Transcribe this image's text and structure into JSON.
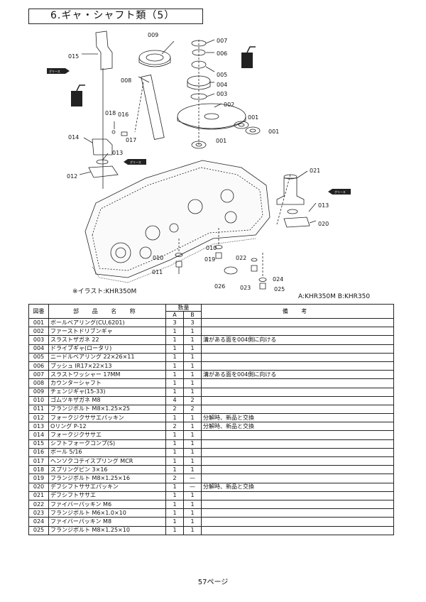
{
  "title": "6.ギャ・シャフト類（5）",
  "illustration_caption": "※イラスト:KHR350M",
  "model_key": "A:KHR350M B:KHR350",
  "grease_label": "グリース",
  "callouts": {
    "c001": "001",
    "c002": "002",
    "c003": "003",
    "c004": "004",
    "c005": "005",
    "c006": "006",
    "c007": "007",
    "c008": "008",
    "c009": "009",
    "c010": "010",
    "c011": "011",
    "c012": "012",
    "c013": "013",
    "c014": "014",
    "c015": "015",
    "c016": "016",
    "c017": "017",
    "c018": "018",
    "c019": "019",
    "c020": "020",
    "c021": "021",
    "c022": "022",
    "c023": "023",
    "c024": "024",
    "c025": "025",
    "c026": "026"
  },
  "table": {
    "headers": {
      "ref_no": "図番",
      "part_name": "部 品 名 称",
      "quantity": "数量",
      "col_a": "A",
      "col_b": "B",
      "remarks": "備 考"
    },
    "rows": [
      {
        "no": "001",
        "name": "ボールベアリング(CU,6201)",
        "a": "3",
        "b": "3",
        "note": ""
      },
      {
        "no": "002",
        "name": "ファーストドリブンギャ",
        "a": "1",
        "b": "1",
        "note": ""
      },
      {
        "no": "003",
        "name": "スラストザガネ 22",
        "a": "1",
        "b": "1",
        "note": "溝がある面を004側に向ける"
      },
      {
        "no": "004",
        "name": "ドライブギャ(ロータリ)",
        "a": "1",
        "b": "1",
        "note": ""
      },
      {
        "no": "005",
        "name": "ニードルベアリング 22×26×11",
        "a": "1",
        "b": "1",
        "note": ""
      },
      {
        "no": "006",
        "name": "ブッシュ IR17×22×13",
        "a": "1",
        "b": "1",
        "note": ""
      },
      {
        "no": "007",
        "name": "スラストワッシャー 17MM",
        "a": "1",
        "b": "1",
        "note": "溝がある面を004側に向ける"
      },
      {
        "no": "008",
        "name": "カウンターシャフト",
        "a": "1",
        "b": "1",
        "note": ""
      },
      {
        "no": "009",
        "name": "チェンジギャ(15-33)",
        "a": "1",
        "b": "1",
        "note": ""
      },
      {
        "no": "010",
        "name": "ゴムツキザガネ M8",
        "a": "4",
        "b": "2",
        "note": ""
      },
      {
        "no": "011",
        "name": "フランジボルト M8×1.25×25",
        "a": "2",
        "b": "2",
        "note": ""
      },
      {
        "no": "012",
        "name": "フォークジクササエパッキン",
        "a": "1",
        "b": "1",
        "note": "分解時、新品と交換"
      },
      {
        "no": "013",
        "name": "Oリング P-12",
        "a": "2",
        "b": "1",
        "note": "分解時、新品と交換"
      },
      {
        "no": "014",
        "name": "フォークジクササエ",
        "a": "1",
        "b": "1",
        "note": ""
      },
      {
        "no": "015",
        "name": "シフトフォークコンプ(S)",
        "a": "1",
        "b": "1",
        "note": ""
      },
      {
        "no": "016",
        "name": "ボール 5/16",
        "a": "1",
        "b": "1",
        "note": ""
      },
      {
        "no": "017",
        "name": "ヘンソクコテイスプリング MCR",
        "a": "1",
        "b": "1",
        "note": ""
      },
      {
        "no": "018",
        "name": "スプリングピン 3×16",
        "a": "1",
        "b": "1",
        "note": ""
      },
      {
        "no": "019",
        "name": "フランジボルト M8×1.25×16",
        "a": "2",
        "b": "—",
        "note": ""
      },
      {
        "no": "020",
        "name": "デフシフトササエパッキン",
        "a": "1",
        "b": "—",
        "note": "分解時、新品と交換"
      },
      {
        "no": "021",
        "name": "デフシフトササエ",
        "a": "1",
        "b": "1",
        "note": ""
      },
      {
        "no": "022",
        "name": "ファイバーパッキン M6",
        "a": "1",
        "b": "1",
        "note": ""
      },
      {
        "no": "023",
        "name": "フランジボルト M6×1.0×10",
        "a": "1",
        "b": "1",
        "note": ""
      },
      {
        "no": "024",
        "name": "ファイバーパッキン M8",
        "a": "1",
        "b": "1",
        "note": ""
      },
      {
        "no": "025",
        "name": "フランジボルト M8×1.25×10",
        "a": "1",
        "b": "1",
        "note": ""
      }
    ]
  },
  "page_number": "57ページ"
}
